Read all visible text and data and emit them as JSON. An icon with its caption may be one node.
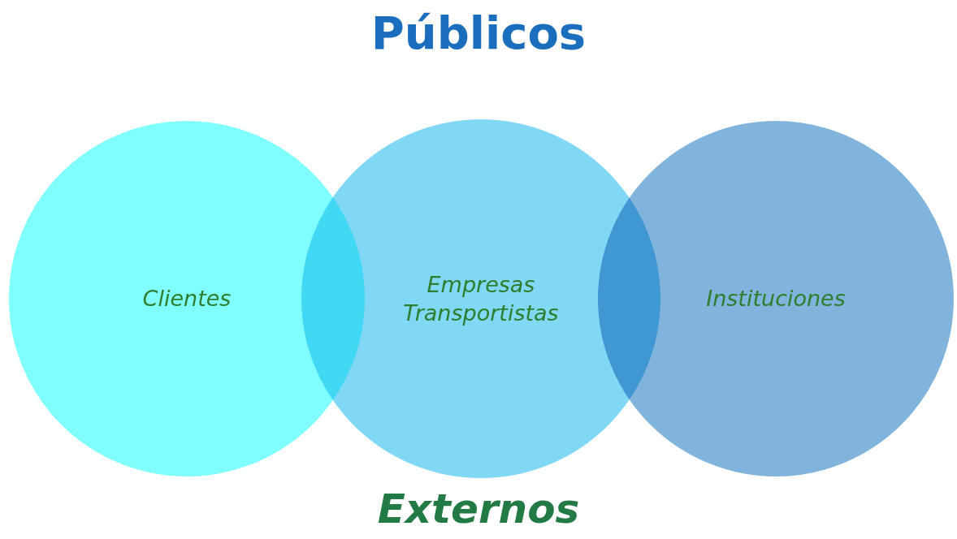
{
  "diagram": {
    "title": "Públicos",
    "caption": "Externos",
    "nodes": [
      {
        "text": [
          "Clientes"
        ]
      },
      {
        "text": [
          "Empresas Transportistas"
        ]
      },
      {
        "text": [
          "Instituciones"
        ]
      }
    ]
  }
}
